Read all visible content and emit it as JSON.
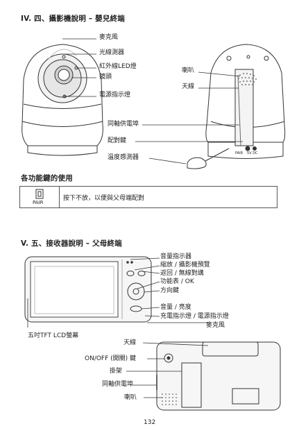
{
  "section4": {
    "title": "IV. 四、攝影機說明 – 嬰兒終端",
    "labels": {
      "mic": "麥克風",
      "light_sensor": "光線測器",
      "ir_led": "紅外線LED燈",
      "lens": "鏡頭",
      "power_indicator": "電源指示燈",
      "speaker": "喇叭",
      "antenna": "天線",
      "power_port": "同軸供電埠",
      "pair_key": "配對鍵",
      "temp_sensor": "溫度感測器"
    },
    "port_labels": [
      "PAIR",
      "5V DC"
    ]
  },
  "functions": {
    "title": "各功能鍵的使用",
    "icon_label": "PAIR",
    "description": "按下不放，以便與父母端配對"
  },
  "section5": {
    "title": "V. 五、接收器說明 – 父母終端",
    "labels": {
      "volume_indicator": "音量指示器",
      "zoom": "縮放 / 攝影機預覽",
      "back": "返回 / 無線對講",
      "menu_ok": "功能表 / OK",
      "direction": "方向鍵",
      "volume_brightness": "音量 / 亮度",
      "charge_power": "充電指示燈 / 電源指示燈",
      "mic": "麥克風",
      "screen": "五吋TFT LCD螢幕",
      "antenna": "天線",
      "on_off": "ON/OFF (開關) 鍵",
      "stand": "掛架",
      "power_port": "同軸供電埠",
      "speaker": "喇叭"
    }
  },
  "page_number": "132"
}
